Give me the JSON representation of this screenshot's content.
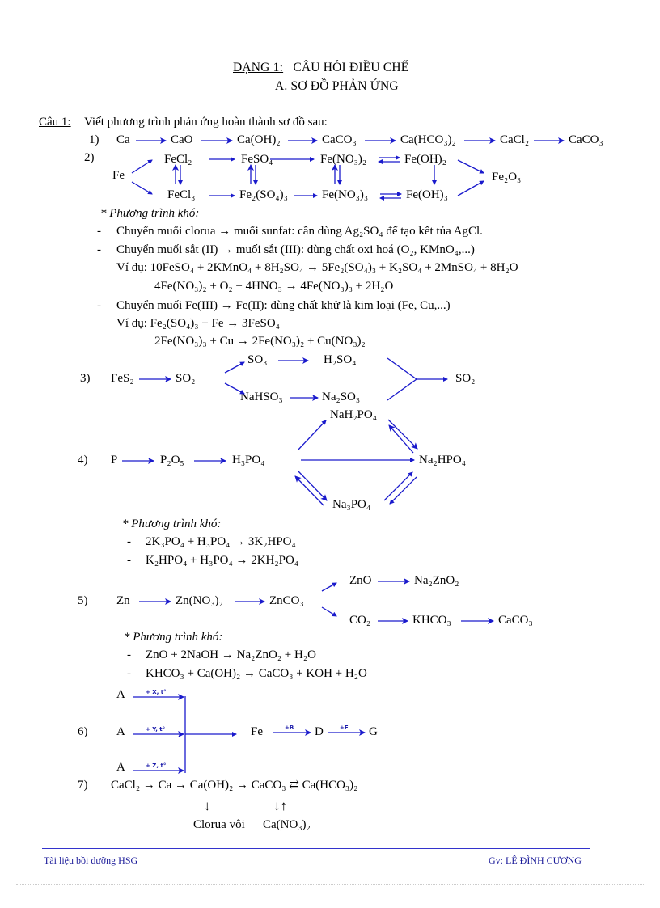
{
  "header": {
    "title_prefix": "DẠNG 1:",
    "title_rest": "CÂU HỎI ĐIỀU CHẾ",
    "subtitle": "A. SƠ ĐỒ PHẢN ỨNG"
  },
  "question": {
    "label": "Câu 1:",
    "prompt": "Viết phương trình phản ứng hoàn thành sơ đồ sau:"
  },
  "scheme1": {
    "num": "1)",
    "nodes": [
      "Ca",
      "CaO",
      "Ca(OH)₂",
      "CaCO₃",
      "Ca(HCO₃)₂",
      "CaCl₂",
      "CaCO₃"
    ]
  },
  "scheme2": {
    "num": "2)",
    "start": "Fe",
    "top": [
      "FeCl₂",
      "FeSO₄",
      "Fe(NO₃)₂",
      "Fe(OH)₂"
    ],
    "bottom": [
      "FeCl₃",
      "Fe₂(SO₄)₃",
      "Fe(NO₃)₃",
      "Fe(OH)₃"
    ],
    "end": "Fe₂O₃",
    "hard_title": "* Phương trình khó:",
    "notes": [
      "Chuyển muối clorua → muối sunfat: cần dùng Ag₂SO₄ để tạo kết tủa AgCl.",
      "Chuyển muối sắt (II) → muối sắt (III): dùng chất oxi hoá (O₂, KMnO₄,...)",
      "Ví dụ:  10FeSO₄ + 2KMnO₄ + 8H₂SO₄ → 5Fe₂(SO₄)₃ + K₂SO₄ + 2MnSO₄ + 8H₂O",
      "4Fe(NO₃)₂  + O₂ + 4HNO₃ → 4Fe(NO₃)₃ + 2H₂O",
      "Chuyển muối Fe(III) → Fe(II): dùng chất khử là kim loại (Fe, Cu,...)",
      "Ví dụ:  Fe₂(SO₄)₃ + Fe → 3FeSO₄",
      "2Fe(NO₃)₃ + Cu → 2Fe(NO₃)₂ + Cu(NO₃)₂"
    ]
  },
  "scheme3": {
    "num": "3)",
    "nodes": {
      "a": "FeS₂",
      "b": "SO₂",
      "c": "SO₃",
      "d": "H₂SO₄",
      "e": "NaHSO₃",
      "f": "Na₂SO₃",
      "g": "SO₂"
    }
  },
  "scheme4": {
    "num": "4)",
    "nodes": {
      "a": "P",
      "b": "P₂O₅",
      "c": "H₃PO₄",
      "d": "NaH₂PO₄",
      "e": "Na₂HPO₄",
      "f": "Na₃PO₄"
    },
    "hard_title": "* Phương trình khó:",
    "notes": [
      "2K₃PO₄  + H₃PO₄ → 3K₂HPO₄",
      "K₂HPO₄ + H₃PO₄ → 2KH₂PO₄"
    ]
  },
  "scheme5": {
    "num": "5)",
    "nodes": {
      "a": "Zn",
      "b": "Zn(NO₃)₂",
      "c": "ZnCO₃",
      "d": "ZnO",
      "e": "Na₂ZnO₂",
      "f": "CO₂",
      "g": "KHCO₃",
      "h": "CaCO₃"
    },
    "hard_title": "* Phương trình khó:",
    "notes": [
      "ZnO  + 2NaOH →   Na₂ZnO₂   +  H₂O",
      "KHCO₃ + Ca(OH)₂ → CaCO₃  +  KOH  +  H₂O"
    ]
  },
  "scheme6": {
    "num": "6)",
    "a": "A",
    "reagents": [
      "+ X, t°",
      "+ Y, t°",
      "+ Z, t°"
    ],
    "fe": "Fe",
    "d": "D",
    "g": "G",
    "r1": "+B",
    "r2": "+E"
  },
  "scheme7": {
    "num": "7)",
    "line": "CaCl₂ → Ca →  Ca(OH)₂ → CaCO₃  ⇄   Ca(HCO₃)₂",
    "arrows_down": "↓",
    "arrows_updown": "↓↑",
    "below1": "Clorua vôi",
    "below2": "Ca(NO₃)₂"
  },
  "footer": {
    "left": "Tài liệu bồi dưỡng HSG",
    "right": "Gv: LÊ ĐÌNH CƯƠNG"
  },
  "colors": {
    "arrow": "#1a1acc",
    "rule": "#3333cc",
    "footer_text": "#1a1a99"
  }
}
